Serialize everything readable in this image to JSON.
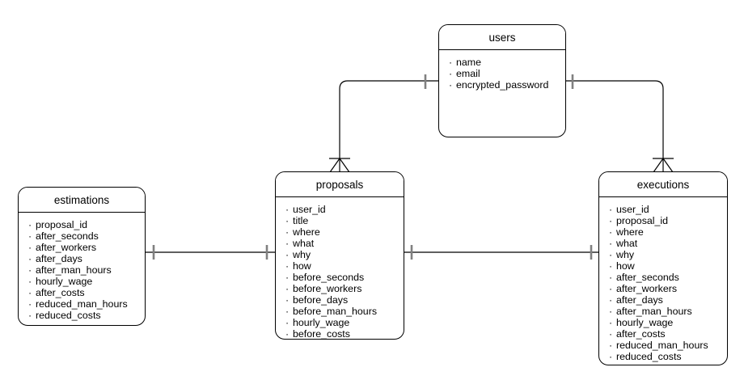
{
  "diagram": {
    "type": "entity-relationship-diagram",
    "background_color": "#ffffff",
    "line_color": "#000000",
    "tick_color": "#808080",
    "bullet_glyph": "·"
  },
  "entities": [
    {
      "id": "estimations",
      "title": "estimations",
      "fields": [
        "proposal_id",
        "after_seconds",
        "after_workers",
        "after_days",
        "after_man_hours",
        "hourly_wage",
        "after_costs",
        "reduced_man_hours",
        "reduced_costs"
      ]
    },
    {
      "id": "proposals",
      "title": "proposals",
      "fields": [
        "user_id",
        "title",
        "where",
        "what",
        "why",
        "how",
        "before_seconds",
        "before_workers",
        "before_days",
        "before_man_hours",
        "hourly_wage",
        "before_costs"
      ]
    },
    {
      "id": "users",
      "title": "users",
      "fields": [
        "name",
        "email",
        "encrypted_password"
      ]
    },
    {
      "id": "executions",
      "title": "executions",
      "fields": [
        "user_id",
        "proposal_id",
        "where",
        "what",
        "why",
        "how",
        "after_seconds",
        "after_workers",
        "after_days",
        "after_man_hours",
        "hourly_wage",
        "after_costs",
        "reduced_man_hours",
        "reduced_costs"
      ]
    }
  ],
  "relationships": [
    {
      "id": "users-proposals",
      "from": "users",
      "to": "proposals",
      "from_cardinality": "one",
      "to_cardinality": "many"
    },
    {
      "id": "users-executions",
      "from": "users",
      "to": "executions",
      "from_cardinality": "one",
      "to_cardinality": "many"
    },
    {
      "id": "estimations-proposals",
      "from": "estimations",
      "to": "proposals",
      "from_cardinality": "one",
      "to_cardinality": "one"
    },
    {
      "id": "proposals-executions",
      "from": "proposals",
      "to": "executions",
      "from_cardinality": "one",
      "to_cardinality": "one"
    }
  ]
}
